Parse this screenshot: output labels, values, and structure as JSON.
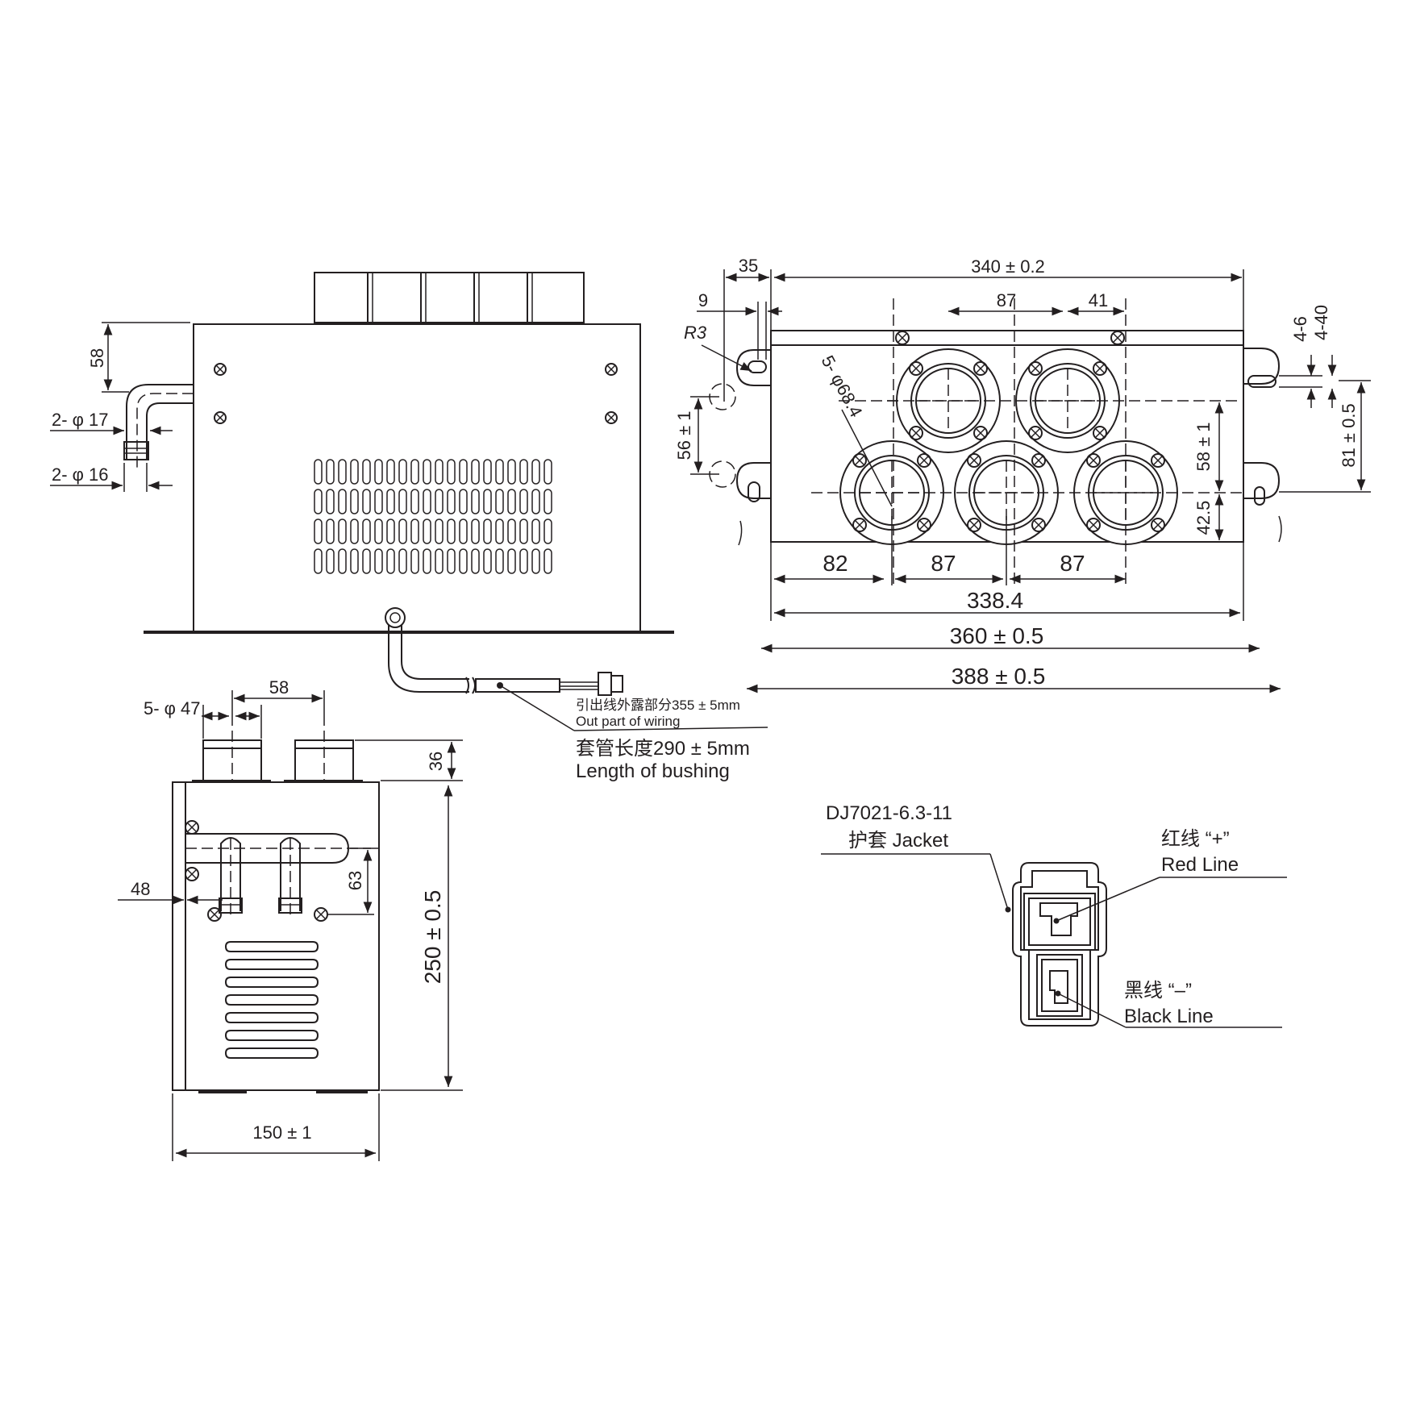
{
  "dimensions": {
    "side_view": {
      "d58": "58",
      "phi17": "2- φ 17",
      "phi16": "2- φ 16"
    },
    "top_view": {
      "d35": "35",
      "d340": "340 ± 0.2",
      "d9": "9",
      "d87_top": "87",
      "d41": "41",
      "r3": "R3",
      "phi68": "5- φ68.4",
      "d56": "56 ± 1",
      "d58": "58 ± 1",
      "d42": "42.5",
      "d4_6": "4-6",
      "d4_40": "4-40",
      "d81": "81 ± 0.5",
      "d82": "82",
      "d87a": "87",
      "d87b": "87",
      "d338": "338.4",
      "d360": "360 ± 0.5",
      "d388": "388 ± 0.5"
    },
    "front_view": {
      "phi47": "5- φ 47",
      "d58": "58",
      "d36": "36",
      "d250": "250 ± 0.5",
      "d63": "63",
      "d48": "48",
      "d150": "150 ± 1"
    }
  },
  "wiring": {
    "out_cn": "引出线外露部分355 ± 5mm",
    "out_en": "Out part of wiring",
    "bush_cn": "套管长度290 ± 5mm",
    "bush_en": "Length of bushing"
  },
  "connector": {
    "model": "DJ7021-6.3-11",
    "jacket": "护套 Jacket",
    "red_cn": "红线 “+”",
    "red_en": "Red Line",
    "black_cn": "黑线 “–”",
    "black_en": "Black Line"
  }
}
